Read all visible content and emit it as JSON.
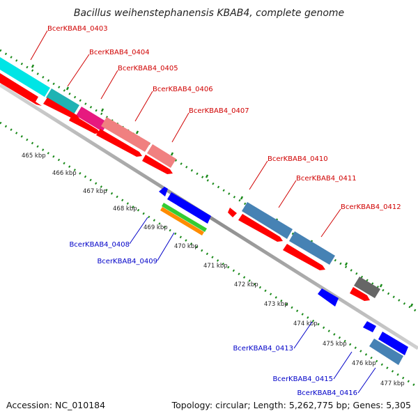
{
  "title": "Bacillus weihenstephanensis KBAB4, complete genome",
  "footer": {
    "accession": "Accession: NC_010184",
    "topology": "Topology: circular; Length: 5,262,775 bp; Genes: 5,305"
  },
  "ticks": [
    "465 kbp",
    "466 kbp",
    "467 kbp",
    "468 kbp",
    "469 kbp",
    "470 kbp",
    "471 kbp",
    "472 kbp",
    "473 kbp",
    "474 kbp",
    "475 kbp",
    "476 kbp",
    "477 kbp"
  ],
  "gene_labels": {
    "g0403": "BcerKBAB4_0403",
    "g0404": "BcerKBAB4_0404",
    "g0405": "BcerKBAB4_0405",
    "g0406": "BcerKBAB4_0406",
    "g0407": "BcerKBAB4_0407",
    "g0408": "BcerKBAB4_0408",
    "g0409": "BcerKBAB4_0409",
    "g0410": "BcerKBAB4_0410",
    "g0411": "BcerKBAB4_0411",
    "g0412": "BcerKBAB4_0412",
    "g0413": "BcerKBAB4_0413",
    "g0415": "BcerKBAB4_0415",
    "g0416": "BcerKBAB4_0416"
  },
  "colors": {
    "forward_label": "#d00000",
    "reverse_label": "#0000c8",
    "cds_forward": "#ff0000",
    "cds_reverse": "#0000ff",
    "backbone": "#8c8c8c",
    "tick_marks": "#1a8a1a",
    "cog_cyan": "#00e5e5",
    "cog_teal": "#1fb3b3",
    "cog_magenta": "#e6197f",
    "cog_salmon": "#f08080",
    "cog_steelblue": "#4682b4",
    "cog_green": "#33cc33",
    "cog_orange": "#ff8c00",
    "cog_gray": "#666666"
  }
}
